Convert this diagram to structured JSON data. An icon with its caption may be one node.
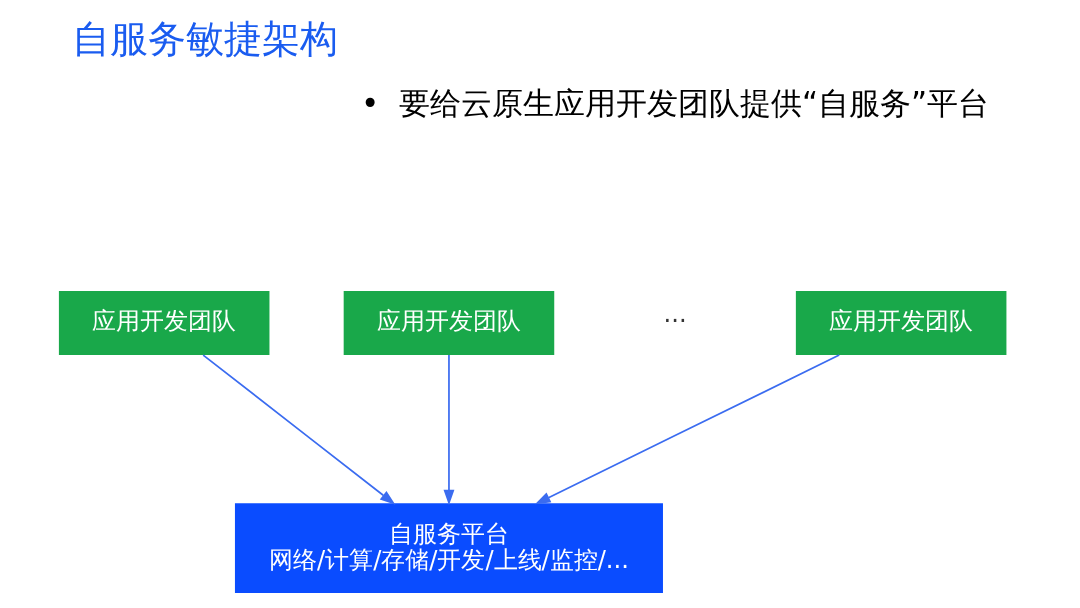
{
  "diagram": {
    "title": "自服务敏捷架构",
    "nodes": [
      {
        "text": [
          "应用开发团队"
        ]
      },
      {
        "text": [
          "应用开发团队"
        ]
      },
      {
        "text": [
          "应用开发团队"
        ]
      },
      {
        "text": [
          "自服务平台",
          "网络/计算/存储/开发/上线/监控/..."
        ]
      }
    ],
    "edges": [
      {
        "from": 0,
        "to": 3,
        "arrow": "to"
      },
      {
        "from": 1,
        "to": 3,
        "arrow": "to"
      },
      {
        "from": 2,
        "to": 3,
        "arrow": "to"
      }
    ],
    "labels": [
      "•  要给云原生应用开发团队提供“自服务”平台",
      "···"
    ]
  }
}
